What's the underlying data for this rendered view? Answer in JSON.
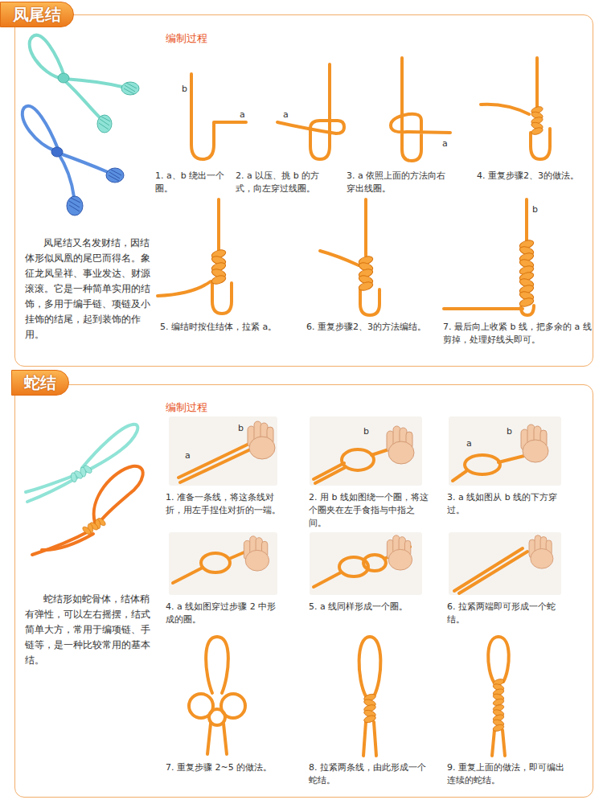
{
  "diagram": {
    "nodes": [
      {
        "text": [
          "凤尾结"
        ]
      },
      {
        "text": [
          "编制过程",
          "凤尾结又名发财结，因结体形似凤凰的尾巴而得名。象征龙凤呈祥、事业发达、财源滚滚。它是一种简单实用的结饰，多用于编手链、项链及小挂饰的结尾，起到装饰的作用。",
          "1. a、b 绕出一个圈。",
          "2. a 以压、挑 b 的方式，向左穿过线圈。",
          "3. a 依照上面的方法向右穿出线圈。",
          "4. 重复步骤2、3的做法。",
          "5. 编结时按住结体，拉紧 a。",
          "6. 重复步骤2、3的方法编结。",
          "7. 最后向上收紧 b 线，把多余的 a 线剪掉，处理好线头即可。"
        ]
      },
      {
        "text": [
          "蛇结"
        ]
      },
      {
        "text": [
          "编制过程",
          "蛇结形如蛇骨体，结体稍有弹性，可以左右摇摆，结式简单大方，常用于编项链、手链等，是一种比较常用的基本结。",
          "1. 准备一条线，将这条线对折，用左手捏住对折的一端。",
          "2. 用 b 线如图绕一个圈，将这个圈夹在左手食指与中指之间。",
          "3. a 线如图从 b 线的下方穿过。",
          "4. a 线如图穿过步骤 2 中形成的圈。",
          "5. a 线同样形成一个圈。",
          "6. 拉紧两端即可形成一个蛇结。",
          "7. 重复步骤 2~5 的做法。",
          "8. 拉紧两条线，由此形成一个蛇结。",
          "9. 重复上面的做法，即可编出连续的蛇结。"
        ]
      }
    ],
    "labels": [
      "b",
      "a",
      "a",
      "a",
      "b",
      "a",
      "b",
      "b",
      "a",
      "b"
    ]
  }
}
